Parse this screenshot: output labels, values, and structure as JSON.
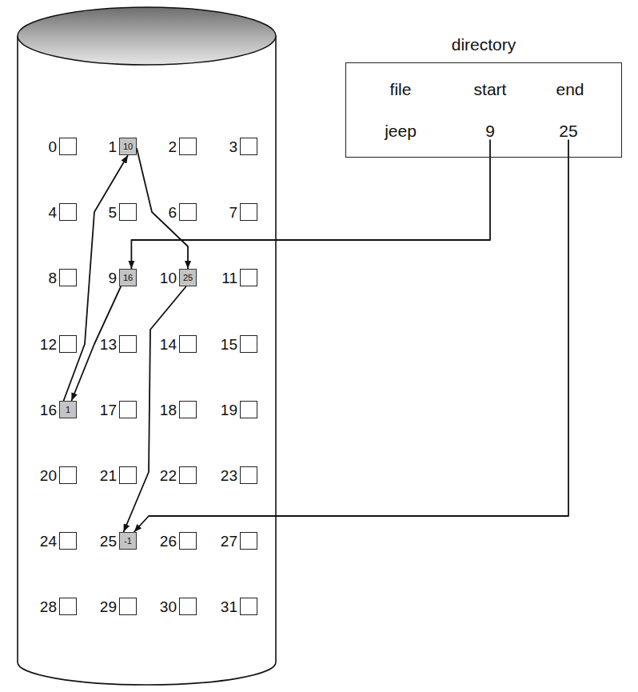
{
  "diagram": {
    "nodes": [
      {
        "text": [
          "0"
        ]
      },
      {
        "text": [
          "1",
          "10"
        ]
      },
      {
        "text": [
          "2"
        ]
      },
      {
        "text": [
          "3"
        ]
      },
      {
        "text": [
          "4"
        ]
      },
      {
        "text": [
          "5"
        ]
      },
      {
        "text": [
          "6"
        ]
      },
      {
        "text": [
          "7"
        ]
      },
      {
        "text": [
          "8"
        ]
      },
      {
        "text": [
          "9",
          "16"
        ]
      },
      {
        "text": [
          "10",
          "25"
        ]
      },
      {
        "text": [
          "11"
        ]
      },
      {
        "text": [
          "12"
        ]
      },
      {
        "text": [
          "13"
        ]
      },
      {
        "text": [
          "14"
        ]
      },
      {
        "text": [
          "15"
        ]
      },
      {
        "text": [
          "16",
          "1"
        ]
      },
      {
        "text": [
          "17"
        ]
      },
      {
        "text": [
          "18"
        ]
      },
      {
        "text": [
          "19"
        ]
      },
      {
        "text": [
          "20"
        ]
      },
      {
        "text": [
          "21"
        ]
      },
      {
        "text": [
          "22"
        ]
      },
      {
        "text": [
          "23"
        ]
      },
      {
        "text": [
          "24"
        ]
      },
      {
        "text": [
          "25",
          "-1"
        ]
      },
      {
        "text": [
          "26"
        ]
      },
      {
        "text": [
          "27"
        ]
      },
      {
        "text": [
          "28"
        ]
      },
      {
        "text": [
          "29"
        ]
      },
      {
        "text": [
          "30"
        ]
      },
      {
        "text": [
          "31"
        ]
      },
      {
        "text": [
          "directory"
        ]
      },
      {
        "text": [
          "9"
        ],
        "in": 32
      },
      {
        "text": [
          "25"
        ],
        "in": 32
      }
    ],
    "edges": [
      {
        "from": 9,
        "to": 16,
        "arrow": "to"
      },
      {
        "from": 16,
        "to": 1,
        "arrow": "to"
      },
      {
        "from": 1,
        "to": 10,
        "arrow": "to"
      },
      {
        "from": 10,
        "to": 25,
        "arrow": "to"
      },
      {
        "from": 33,
        "to": 9,
        "arrow": "to"
      },
      {
        "from": 34,
        "to": 25,
        "arrow": "to"
      }
    ],
    "labels": [
      "file",
      "start",
      "end",
      "jeep"
    ]
  }
}
